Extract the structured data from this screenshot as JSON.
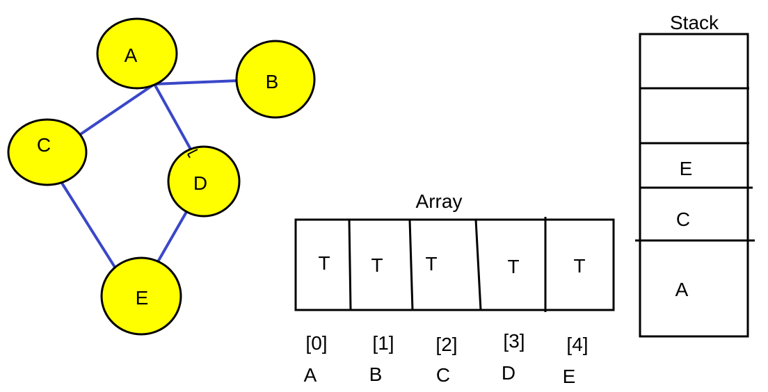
{
  "colors": {
    "node_fill": "#ffff00",
    "node_stroke": "#000000",
    "edge": "#3a47c8",
    "box_stroke": "#000000"
  },
  "graph": {
    "nodes": {
      "A": "A",
      "B": "B",
      "C": "C",
      "D": "D",
      "E": "E"
    },
    "edges": [
      "A-B",
      "A-C",
      "A-D",
      "C-E",
      "D-E"
    ]
  },
  "array": {
    "title": "Array",
    "cells": [
      "T",
      "T",
      "T",
      "T",
      "T"
    ],
    "indices": [
      "[0]",
      "[1]",
      "[2]",
      "[3]",
      "[4]"
    ],
    "vertices": [
      "A",
      "B",
      "C",
      "D",
      "E"
    ]
  },
  "stack": {
    "title": "Stack",
    "slots": [
      "",
      "",
      "E",
      "C",
      "A"
    ]
  }
}
